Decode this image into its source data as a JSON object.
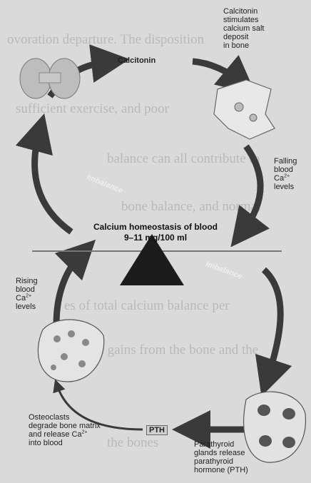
{
  "background_text": [
    "ovoration departure. The disposition",
    "sufficient exercise, and poor",
    "balance can all contribute to",
    "bone balance, and normal",
    "es of total calcium balance per",
    "or gains from the bone and the",
    "the bones"
  ],
  "hormones": {
    "calcitonin": "Calcitonin",
    "pth": "PTH"
  },
  "labels": {
    "calcitonin_action": [
      "Calcitonin",
      "stimulates",
      "calcium salt",
      "deposit",
      "in bone"
    ],
    "falling": [
      "Falling",
      "blood",
      "Ca",
      "levels"
    ],
    "rising": [
      "Rising",
      "blood",
      "Ca",
      "levels"
    ],
    "osteoclasts": [
      "Osteoclasts",
      "degrade bone matrix",
      "and release Ca",
      "into blood"
    ],
    "parathyroid": [
      "Parathyroid",
      "glands release",
      "parathyroid",
      "hormone (PTH)"
    ],
    "charge": "2+"
  },
  "imbalance_label": "Imbalance",
  "center": {
    "title": "Calcium homeostasis of blood",
    "range": "9–11 mg/100 ml"
  },
  "colors": {
    "arrow": "#3a3a3a",
    "triangle": "#1c1c1c",
    "background": "#dadada"
  },
  "icons": [
    "thyroid-gland-icon",
    "bone-icon",
    "osteoclast-cells-icon",
    "parathyroid-glands-icon",
    "balance-fulcrum-icon"
  ]
}
